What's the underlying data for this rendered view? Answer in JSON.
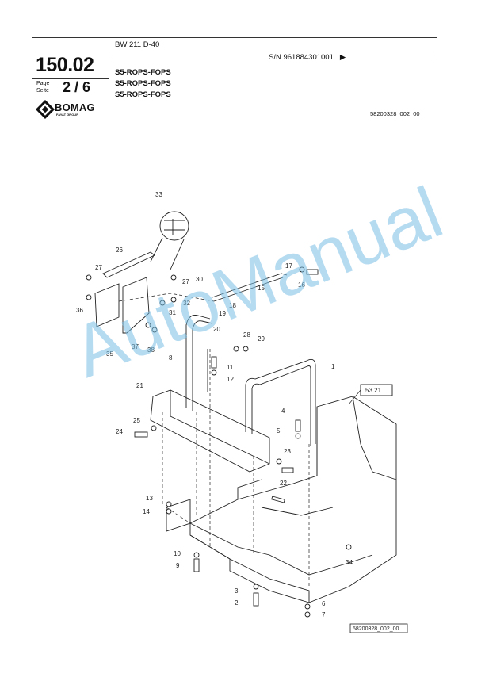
{
  "header": {
    "section_code": "150.02",
    "page_label_en": "Page",
    "page_label_de": "Seite",
    "page_number": "2 / 6",
    "logo_name": "BOMAG",
    "logo_sub": "FAYAT GROUP",
    "model": "BW 211 D-40",
    "serial": "S/N 961884301001",
    "serial_arrow": "▶",
    "titles": [
      "S5-ROPS-FOPS",
      "S5-ROPS-FOPS",
      "S5-ROPS-FOPS"
    ],
    "drawing_ref": "58200328_002_00"
  },
  "diagram": {
    "ref_box": "53.21",
    "footer_ref": "58200328_002_00",
    "callouts": [
      "33",
      "26",
      "27",
      "30",
      "27",
      "36",
      "31",
      "32",
      "17",
      "16",
      "15",
      "18",
      "19",
      "20",
      "28",
      "29",
      "35",
      "37",
      "38",
      "8",
      "11",
      "12",
      "1",
      "21",
      "25",
      "24",
      "4",
      "5",
      "23",
      "22",
      "13",
      "14",
      "10",
      "9",
      "3",
      "2",
      "6",
      "7",
      "34"
    ]
  },
  "watermark": "AutoManual",
  "colors": {
    "watermark": "#78bee6",
    "line": "#222222"
  }
}
